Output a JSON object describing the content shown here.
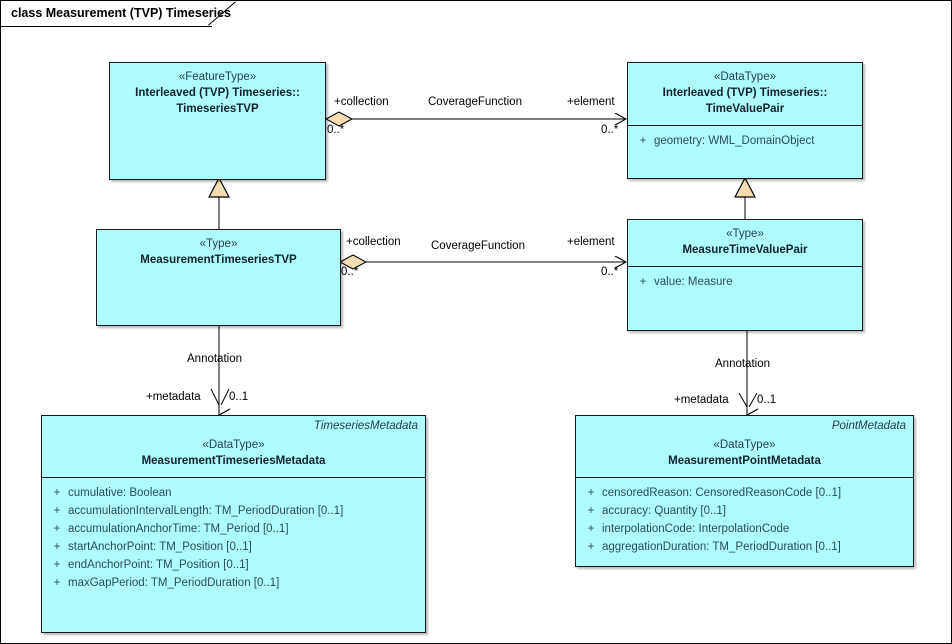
{
  "diagram": {
    "tab_title": "class Measurement (TVP) Timeseries",
    "colors": {
      "class_fill": "#AFFCFC",
      "class_border": "#1A1A1A",
      "adornment_fill": "#F5DCB3",
      "attribute_text": "#2B4B63",
      "corner_name_text": "#243B52"
    }
  },
  "classes": [
    {
      "id": "timeseries-tvp",
      "corner_name": "",
      "stereotype": "«FeatureType»",
      "name_line1": "Interleaved (TVP) Timeseries::",
      "name_line2": "TimeseriesTVP",
      "attributes": []
    },
    {
      "id": "time-value-pair",
      "corner_name": "",
      "stereotype": "«DataType»",
      "name_line1": "Interleaved (TVP) Timeseries::",
      "name_line2": "TimeValuePair",
      "attributes": [
        {
          "visibility": "+",
          "text": "geometry: WML_DomainObject"
        }
      ]
    },
    {
      "id": "measurement-timeseries-tvp",
      "corner_name": "",
      "stereotype": "«Type»",
      "name_line1": "MeasurementTimeseriesTVP",
      "name_line2": "",
      "attributes": []
    },
    {
      "id": "measure-time-value-pair",
      "corner_name": "",
      "stereotype": "«Type»",
      "name_line1": "MeasureTimeValuePair",
      "name_line2": "",
      "attributes": [
        {
          "visibility": "+",
          "text": "value: Measure"
        }
      ]
    },
    {
      "id": "measurement-timeseries-metadata",
      "corner_name": "TimeseriesMetadata",
      "stereotype": "«DataType»",
      "name_line1": "MeasurementTimeseriesMetadata",
      "name_line2": "",
      "attributes": [
        {
          "visibility": "+",
          "text": "cumulative: Boolean"
        },
        {
          "visibility": "+",
          "text": "accumulationIntervalLength: TM_PeriodDuration [0..1]"
        },
        {
          "visibility": "+",
          "text": "accumulationAnchorTime: TM_Period [0..1]"
        },
        {
          "visibility": "+",
          "text": "startAnchorPoint: TM_Position [0..1]"
        },
        {
          "visibility": "+",
          "text": "endAnchorPoint: TM_Position [0..1]"
        },
        {
          "visibility": "+",
          "text": "maxGapPeriod: TM_PeriodDuration [0..1]"
        }
      ]
    },
    {
      "id": "measurement-point-metadata",
      "corner_name": "PointMetadata",
      "stereotype": "«DataType»",
      "name_line1": "MeasurementPointMetadata",
      "name_line2": "",
      "attributes": [
        {
          "visibility": "+",
          "text": "censoredReason: CensoredReasonCode [0..1]"
        },
        {
          "visibility": "+",
          "text": "accuracy: Quantity [0..1]"
        },
        {
          "visibility": "+",
          "text": "interpolationCode: InterpolationCode"
        },
        {
          "visibility": "+",
          "text": "aggregationDuration: TM_PeriodDuration [0..1]"
        }
      ]
    }
  ],
  "connectors": {
    "coverage_top": {
      "name": "CoverageFunction",
      "source_role": "+collection",
      "source_mult": "0..*",
      "target_role": "+element",
      "target_mult": "0..*"
    },
    "coverage_bottom": {
      "name": "CoverageFunction",
      "source_role": "+collection",
      "source_mult": "0..*",
      "target_role": "+element",
      "target_mult": "0..*"
    },
    "annotation_left": {
      "name": "Annotation",
      "role": "+metadata",
      "mult": "0..1"
    },
    "annotation_right": {
      "name": "Annotation",
      "role": "+metadata",
      "mult": "0..1"
    }
  }
}
